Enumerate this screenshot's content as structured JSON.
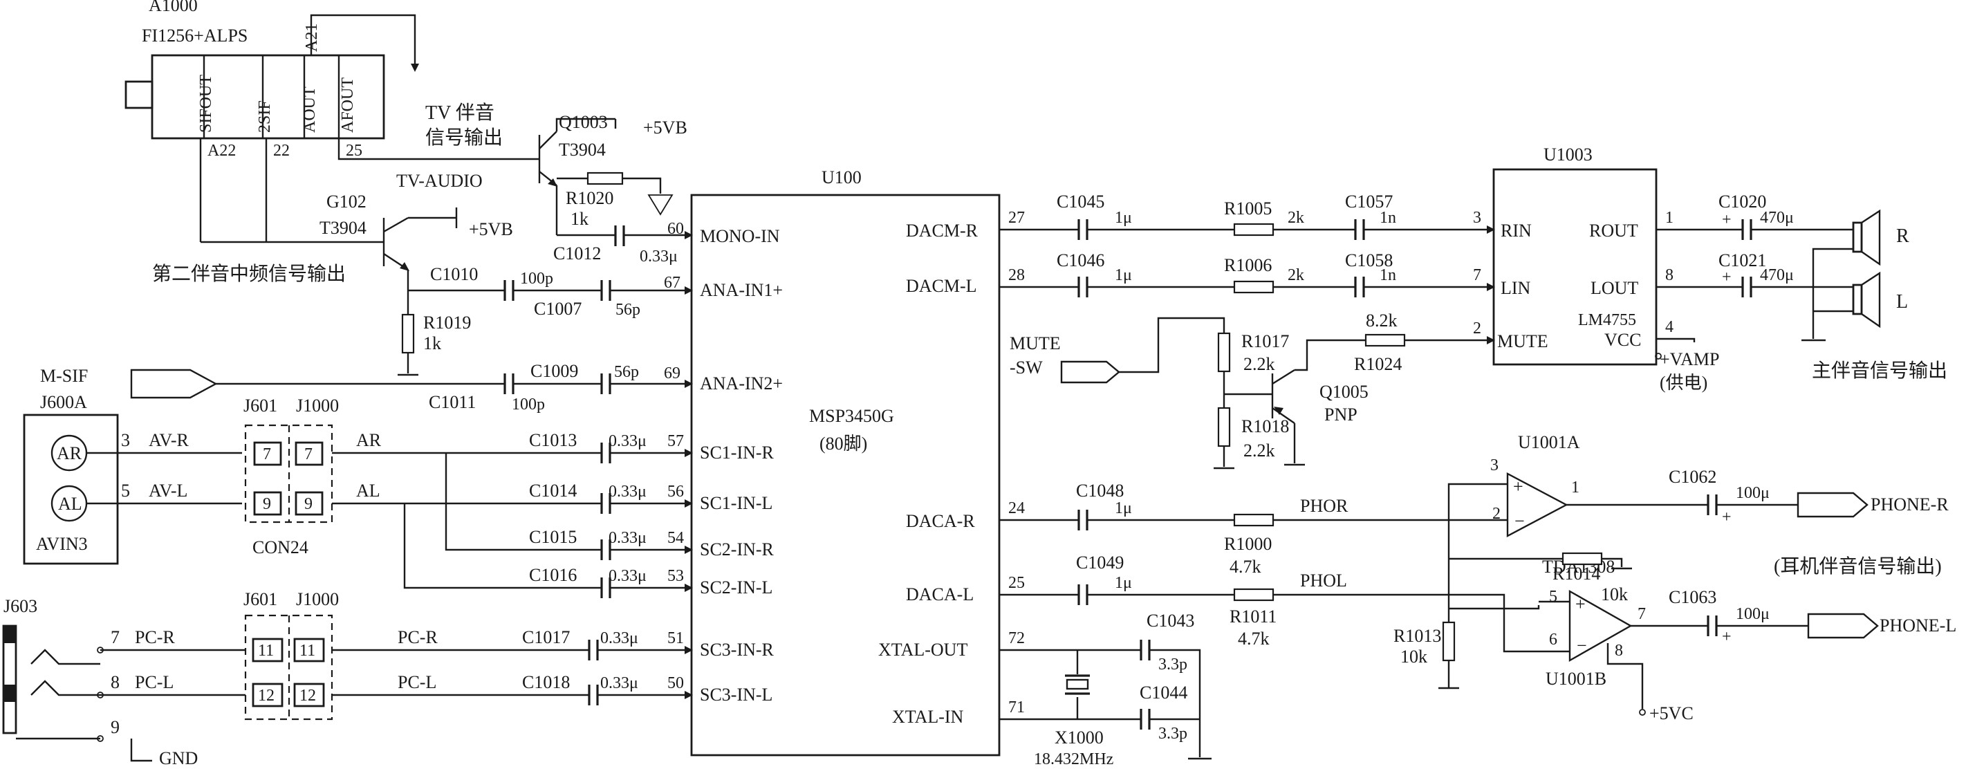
{
  "diagram": {
    "tuner": {
      "ref": "A1000",
      "model": "FI1256+ALPS",
      "pin_sifout": "SIFOUT",
      "pin_2sif": "2SIF",
      "pin_aout": "AOUT",
      "pin_afout": "AFOUT",
      "pin_a22": "A22",
      "pin_22": "22",
      "pin_25": "25",
      "pin_a21": "A21"
    },
    "tv_audio": {
      "label_line1": "TV 伴音",
      "label_line2": "信号输出",
      "net": "TV-AUDIO"
    },
    "q1003": {
      "ref": "Q1003",
      "type": "T3904",
      "supply": "+5VB"
    },
    "r1020": {
      "ref": "R1020",
      "value": "1k"
    },
    "c1012": {
      "ref": "C1012",
      "value": "0.33μ"
    },
    "g102": {
      "ref": "G102",
      "type": "T3904",
      "supply": "+5VB"
    },
    "second_sif_label": "第二伴音中频信号输出",
    "c1010": {
      "ref": "C1010",
      "value": "100p"
    },
    "c1007": {
      "ref": "C1007",
      "value": "56p"
    },
    "r1019": {
      "ref": "R1019",
      "value": "1k"
    },
    "c1009": {
      "ref": "C1009",
      "value": "56p"
    },
    "c1011": {
      "ref": "C1011",
      "value": "100p"
    },
    "msif": {
      "label": "M-SIF",
      "ref": "J600A"
    },
    "avin": {
      "ref": "AVIN3",
      "jack_r": "AR",
      "jack_l": "AL",
      "pin_r": "3",
      "pin_l": "5",
      "net_r": "AV-R",
      "net_l": "AV-L"
    },
    "con24": {
      "ref": "CON24",
      "j601": "J601",
      "j1000": "J1000",
      "pins_top": "7",
      "pins_bottom": "9"
    },
    "nets": {
      "ar": "AR",
      "al": "AL",
      "pc_r": "PC-R",
      "pc_l": "PC-L",
      "phor": "PHOR",
      "phol": "PHOL"
    },
    "sc_caps": [
      {
        "ref": "C1013",
        "value": "0.33μ",
        "pin": "57",
        "input": "SC1-IN-R"
      },
      {
        "ref": "C1014",
        "value": "0.33μ",
        "pin": "56",
        "input": "SC1-IN-L"
      },
      {
        "ref": "C1015",
        "value": "0.33μ",
        "pin": "54",
        "input": "SC2-IN-R"
      },
      {
        "ref": "C1016",
        "value": "0.33μ",
        "pin": "53",
        "input": "SC2-IN-L"
      },
      {
        "ref": "C1017",
        "value": "0.33μ",
        "pin": "51",
        "input": "SC3-IN-R"
      },
      {
        "ref": "C1018",
        "value": "0.33μ",
        "pin": "50",
        "input": "SC3-IN-L"
      }
    ],
    "j603": {
      "ref": "J603",
      "pin_r": "7",
      "pin_l": "8",
      "pin_gnd": "9",
      "gnd": "GND"
    },
    "con_pc": {
      "j601": "J601",
      "j1000": "J1000",
      "pins_top": "11",
      "pins_bottom": "12"
    },
    "u100": {
      "ref": "U100",
      "part": "MSP3450G",
      "package": "(80脚)",
      "in_mono": "MONO-IN",
      "pin_mono": "60",
      "in_ana1": "ANA-IN1+",
      "pin_ana1": "67",
      "in_ana2": "ANA-IN2+",
      "pin_ana2": "69",
      "out_dacm_r": "DACM-R",
      "pin_dacm_r": "27",
      "out_dacm_l": "DACM-L",
      "pin_dacm_l": "28",
      "out_daca_r": "DACA-R",
      "pin_daca_r": "24",
      "out_daca_l": "DACA-L",
      "pin_daca_l": "25",
      "xtal_out": "XTAL-OUT",
      "pin_xtal_out": "72",
      "xtal_in": "XTAL-IN",
      "pin_xtal_in": "71"
    },
    "c1045": {
      "ref": "C1045",
      "value": "1μ"
    },
    "c1046": {
      "ref": "C1046",
      "value": "1μ"
    },
    "r1005": {
      "ref": "R1005",
      "value": "2k"
    },
    "r1006": {
      "ref": "R1006",
      "value": "2k"
    },
    "c1057": {
      "ref": "C1057",
      "value": "1n"
    },
    "c1058": {
      "ref": "C1058",
      "value": "1n"
    },
    "u1003": {
      "ref": "U1003",
      "part": "LM4755",
      "rin": "RIN",
      "lin": "LIN",
      "mute": "MUTE",
      "rout": "ROUT",
      "lout": "LOUT",
      "vcc": "VCC",
      "pin_rin": "3",
      "pin_lin": "7",
      "pin_mute": "2",
      "pin_rout": "1",
      "pin_lout": "8",
      "pin_vcc": "4"
    },
    "c1020": {
      "ref": "C1020",
      "value": "470μ"
    },
    "c1021": {
      "ref": "C1021",
      "value": "470μ"
    },
    "speaker_r": "R",
    "speaker_l": "L",
    "vamp": {
      "label": "+VAMP",
      "note": "(供电)"
    },
    "main_out_label": "主伴音信号输出",
    "mute_sw": {
      "line1": "MUTE",
      "line2": "-SW"
    },
    "r1017": {
      "ref": "R1017",
      "value": "2.2k"
    },
    "r1018": {
      "ref": "R1018",
      "value": "2.2k"
    },
    "r1024": {
      "ref": "R1024",
      "value": "8.2k"
    },
    "q1005": {
      "ref": "Q1005",
      "type": "PNP"
    },
    "c1048": {
      "ref": "C1048",
      "value": "1μ"
    },
    "c1049": {
      "ref": "C1049",
      "value": "1μ"
    },
    "r1000": {
      "ref": "R1000",
      "value": "4.7k"
    },
    "r1011": {
      "ref": "R1011",
      "value": "4.7k"
    },
    "c1043": {
      "ref": "C1043",
      "value": "3.3p"
    },
    "c1044": {
      "ref": "C1044",
      "value": "3.3p"
    },
    "x1000": {
      "ref": "X1000",
      "freq": "18.432MHz"
    },
    "u1001a": {
      "ref": "U1001A",
      "part": "TDA1308",
      "pin_out": "1",
      "pin_plus": "3",
      "pin_minus": "2"
    },
    "u1001b": {
      "ref": "U1001B",
      "pin_out": "7",
      "pin_plus": "5",
      "pin_minus": "6",
      "pin_supply": "8",
      "supply": "+5VC"
    },
    "r1014": {
      "ref": "R1014",
      "value": "10k"
    },
    "r1013": {
      "ref": "R1013",
      "value": "10k"
    },
    "c1062": {
      "ref": "C1062",
      "value": "100μ"
    },
    "c1063": {
      "ref": "C1063",
      "value": "100μ"
    },
    "phone_r": "PHONE-R",
    "phone_l": "PHONE-L",
    "phone_note": "(耳机伴音信号输出)"
  }
}
